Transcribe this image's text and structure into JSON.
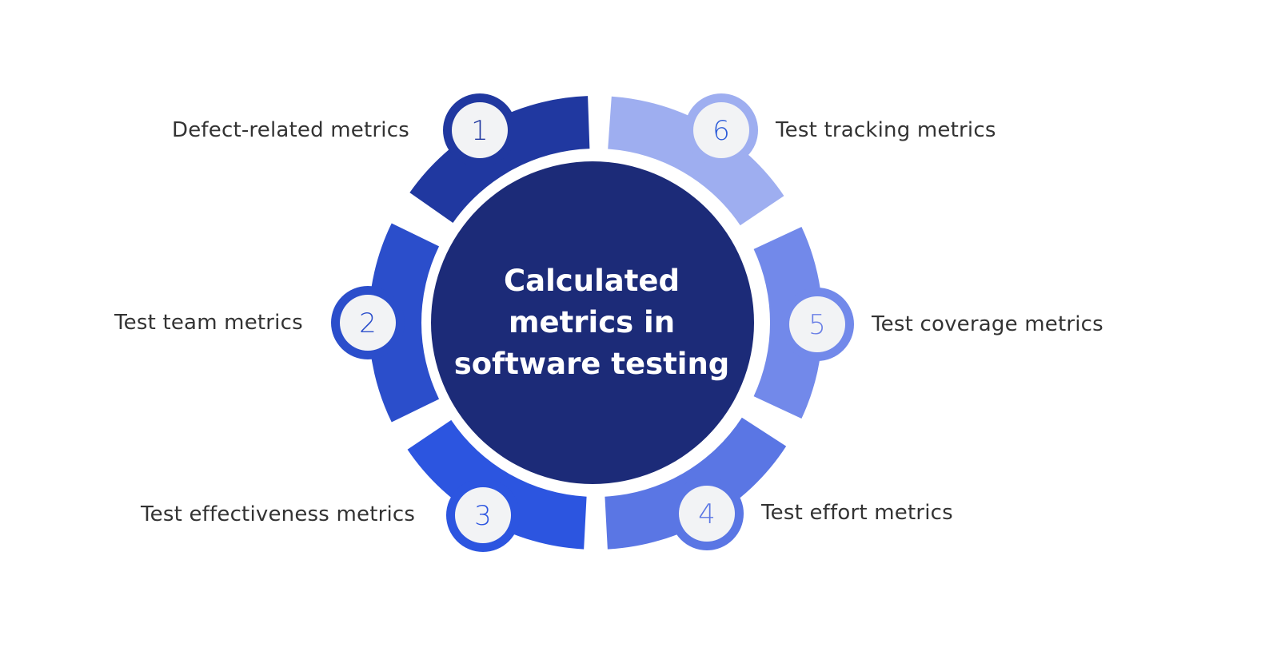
{
  "diagram": {
    "title_lines": [
      "Calculated",
      "metrics in",
      "software testing"
    ],
    "center_color": "#1c2b78",
    "background": "#ffffff",
    "badge_fill": "#f2f3f5",
    "label_color": "#333333",
    "segments": [
      {
        "number": "1",
        "label": "Defect-related metrics",
        "color": "#2038a0",
        "number_color": "#2038a0"
      },
      {
        "number": "2",
        "label": "Test team metrics",
        "color": "#2b4ecb",
        "number_color": "#2b4ecb"
      },
      {
        "number": "3",
        "label": "Test effectiveness metrics",
        "color": "#2c55e0",
        "number_color": "#2c55e0"
      },
      {
        "number": "4",
        "label": "Test effort metrics",
        "color": "#5a76e4",
        "number_color": "#5a76e4"
      },
      {
        "number": "5",
        "label": "Test coverage metrics",
        "color": "#7289ea",
        "number_color": "#6a7fe6"
      },
      {
        "number": "6",
        "label": "Test tracking metrics",
        "color": "#9eaef0",
        "number_color": "#2a5ad8"
      }
    ]
  }
}
